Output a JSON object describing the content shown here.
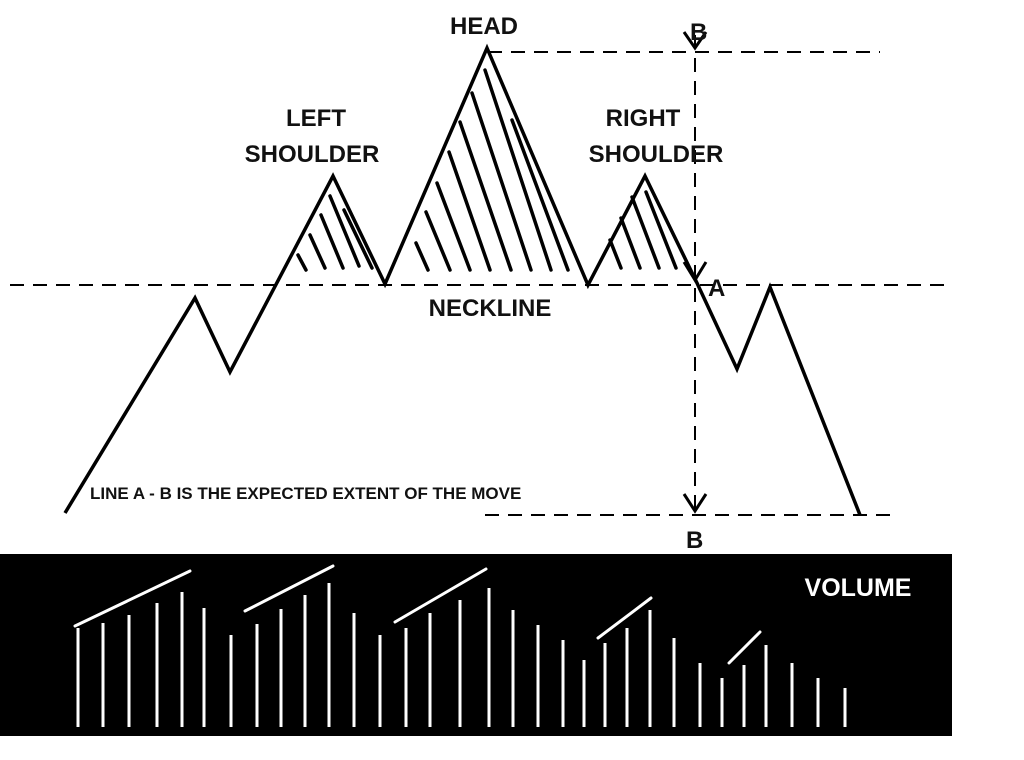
{
  "labels": {
    "head": "HEAD",
    "left_shoulder_line1": "LEFT",
    "left_shoulder_line2": "SHOULDER",
    "right_shoulder_line1": "RIGHT",
    "right_shoulder_line2": "SHOULDER",
    "neckline": "NECKLINE",
    "point_a": "A",
    "point_b_top": "B",
    "point_b_bottom": "B",
    "note": "LINE A - B IS THE EXPECTED EXTENT OF THE MOVE",
    "volume": "VOLUME"
  },
  "colors": {
    "ink": "#000000",
    "volume_panel": "#000000",
    "volume_bars": "#ffffff"
  }
}
